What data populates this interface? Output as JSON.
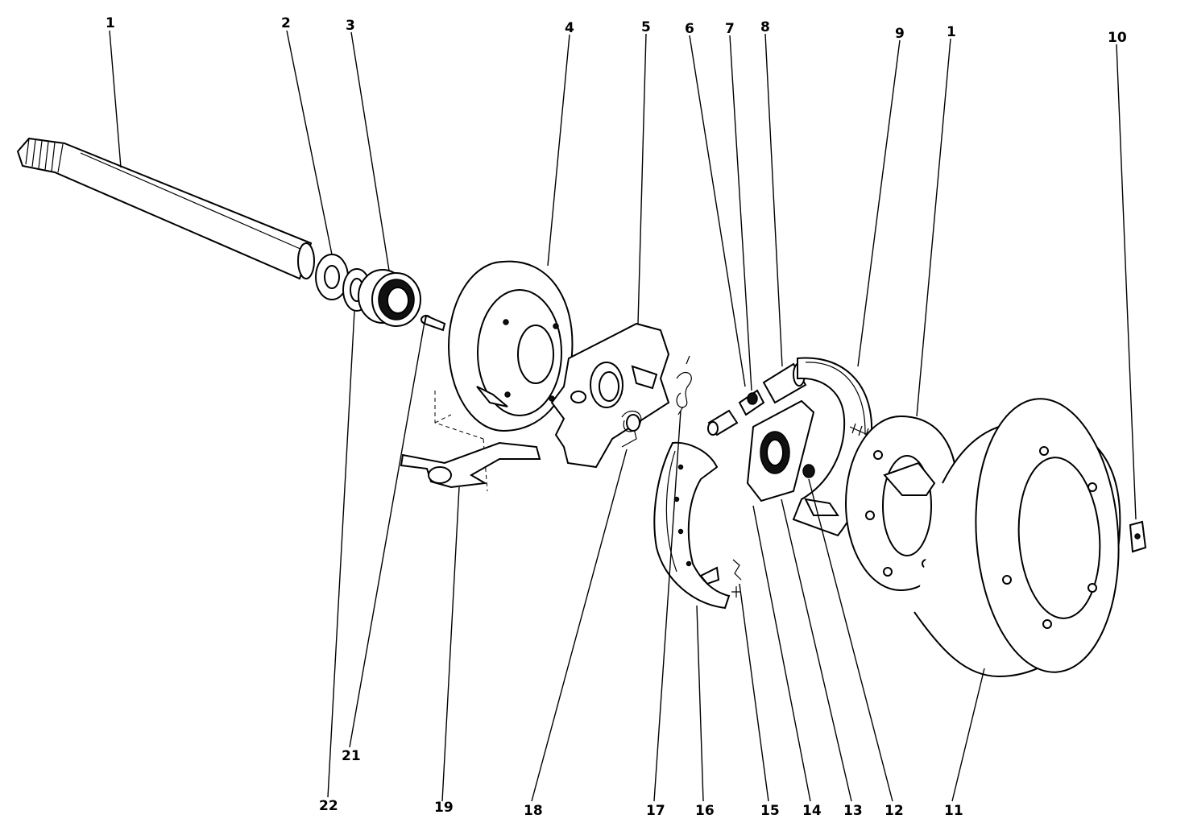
{
  "labels": {
    "axle_shaft": "1",
    "retainer_ring": "2",
    "bearing": "3",
    "backing_plate": "4",
    "adjuster_plate": "5",
    "spring_6": "6",
    "adjuster_screw": "7",
    "cylinder": "8",
    "brake_shoe_lining": "9",
    "hub_flange": "1",
    "clip": "10",
    "brake_drum": "11",
    "nut": "12",
    "shoe_13": "13",
    "anchor_plate": "14",
    "pin": "15",
    "brake_shoe": "16",
    "return_spring": "17",
    "hold_spring": "18",
    "parking_lever": "19",
    "bolt": "21",
    "seal": "22"
  }
}
